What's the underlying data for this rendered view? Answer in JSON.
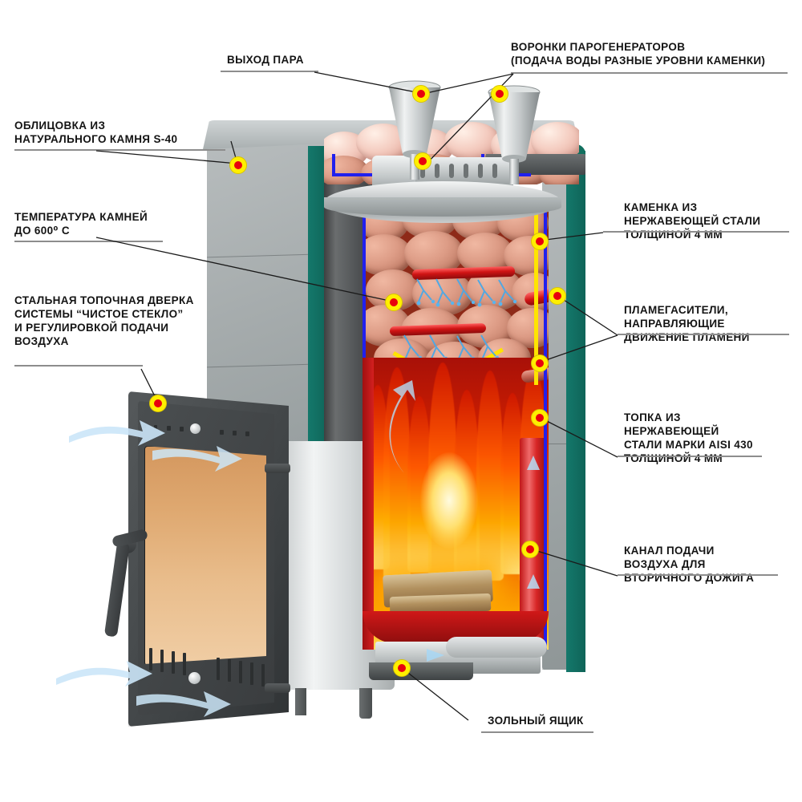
{
  "diagram": {
    "title": "Схема банной печи в разрезе",
    "subject": "sauna-stove-cutaway",
    "background_color": "#ffffff",
    "marker_colors": {
      "ring": "#ffef00",
      "center": "#e8000d"
    },
    "accent_colors": {
      "teal_cladding_edge": "#12705f",
      "stone_cladding": "#a6acad",
      "firebox_red": "#d01414",
      "blue_outline": "#2020ee",
      "yellow_guide": "#ffe400",
      "glass_amber": "#e0a870",
      "air_arrow_blue": "#a9d8f5"
    }
  },
  "callouts": [
    {
      "id": "steam-outlet",
      "text": "ВЫХОД ПАРА",
      "side": "top",
      "marker_count": 1
    },
    {
      "id": "steam-generator-funnels",
      "text": "ВОРОНКИ ПАРОГЕНЕРАТОРОВ\n(ПОДАЧА ВОДЫ РАЗНЫЕ УРОВНИ КАМЕНКИ)",
      "side": "top",
      "marker_count": 2
    },
    {
      "id": "natural-stone-cladding",
      "text": "ОБЛИЦОВКА ИЗ\nНАТУРАЛЬНОГО КАМНЯ S-40",
      "side": "left",
      "marker_count": 1
    },
    {
      "id": "stone-temperature",
      "text": "ТЕМПЕРАТУРА КАМНЕЙ\nДО 600⁰ С",
      "side": "left",
      "marker_count": 1
    },
    {
      "id": "steel-firebox-door",
      "text": "СТАЛЬНАЯ ТОПОЧНАЯ ДВЕРКА\nСИСТЕМЫ “ЧИСТОЕ СТЕКЛО”\nИ РЕГУЛИРОВКОЙ ПОДАЧИ\nВОЗДУХА",
      "side": "left",
      "marker_count": 1
    },
    {
      "id": "stainless-stone-chamber",
      "text": "КАМЕНКА ИЗ\nНЕРЖАВЕЮЩЕЙ СТАЛИ\nТОЛЩИНОЙ 4 ММ",
      "side": "right",
      "marker_count": 1
    },
    {
      "id": "flame-arresters",
      "text": "ПЛАМЕГАСИТЕЛИ,\nНАПРАВЛЯЮЩИЕ\nДВИЖЕНИЕ ПЛАМЕНИ",
      "side": "right",
      "marker_count": 2
    },
    {
      "id": "firebox-aisi-430",
      "text": "ТОПКА ИЗ\nНЕРЖАВЕЮЩЕЙ\nСТАЛИ МАРКИ AISI 430\nТОЛЩИНОЙ 4 мм",
      "side": "right",
      "marker_count": 1
    },
    {
      "id": "secondary-burn-air-channel",
      "text": "КАНАЛ ПОДАЧИ\nВОЗДУХА ДЛЯ\nВТОРИЧНОГО ДОЖИГА",
      "side": "right",
      "marker_count": 1
    },
    {
      "id": "ash-box",
      "text": "ЗОЛЬНЫЙ ЯЩИК",
      "side": "bottom",
      "marker_count": 1
    }
  ],
  "parts": {
    "funnel_left": "Воронка парогенератора (левая)",
    "funnel_right": "Воронка парогенератора (правая)",
    "steam_cap": "Паровой колпак с отверстиями",
    "top_stone_tray": "Верхний лоток с камнями",
    "stone_chamber": "Каменка с камнями",
    "firebox": "Топка",
    "firewood": "Дрова",
    "ash_drawer": "Зольный ящик",
    "door": "Топочная дверка",
    "door_glass": "Жаропрочное стекло",
    "door_handle": "Ручка дверки",
    "air_vent_top": "Верхние отверстия подачи воздуха",
    "air_vent_bottom": "Нижние отверстия подачи воздуха",
    "air_regulator_knob": "Регулятор подачи воздуха",
    "secondary_air_channel": "Канал вторичного дожига",
    "flame_arrester_top": "Пламегаситель верхний",
    "flame_arrester_bottom": "Пламегаситель нижний",
    "cladding_panel": "Панель облицовки из натурального камня",
    "teal_edge": "Торцевая планка облицовки",
    "legs": "Ножки печи"
  }
}
